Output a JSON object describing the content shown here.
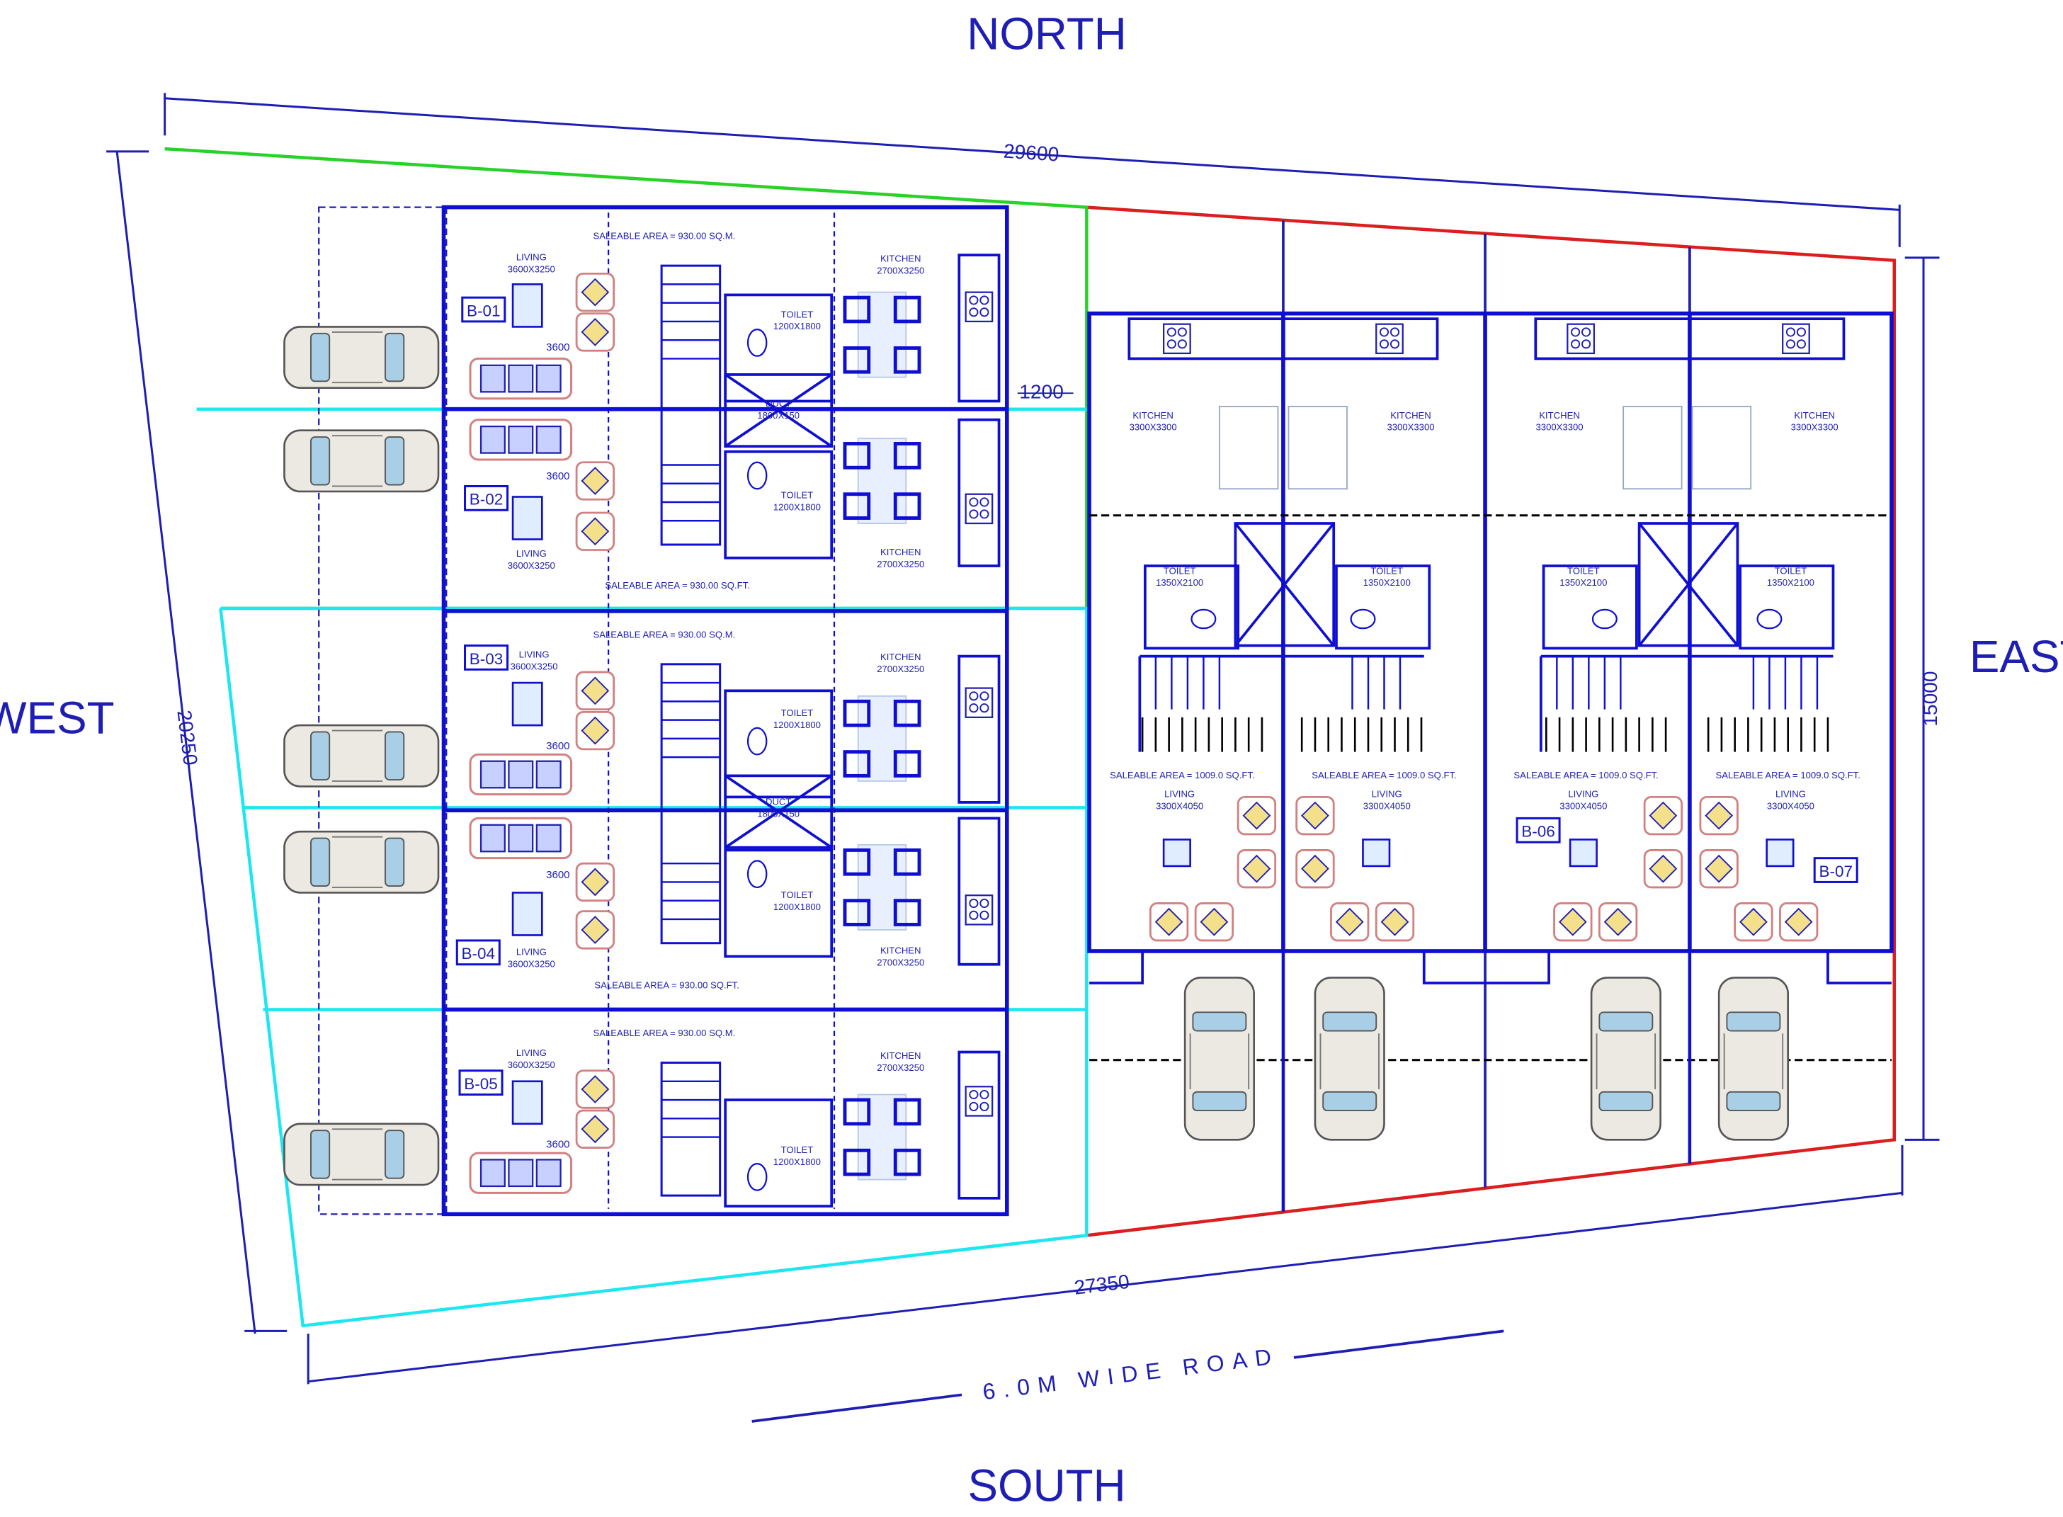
{
  "compass": {
    "north": "NORTH",
    "south": "SOUTH",
    "east": "EAST",
    "west": "WEST"
  },
  "dimensions": {
    "top": "29600",
    "bottom": "27350",
    "left": "20250",
    "right": "15000",
    "gap": "1200"
  },
  "road_label": "6.0M  WIDE  ROAD",
  "colors": {
    "wall": "#0f0fd2",
    "line": "#1e1eb4",
    "boundary_red": "#dc1e1e",
    "boundary_green": "#28d228",
    "boundary_cyan": "#1ee6f0",
    "text": "#1e1eb4"
  },
  "west_units": [
    {
      "id": "B-01",
      "saleable": "SALEABLE AREA = 930.00 SQ.M.",
      "living": "LIVING",
      "living_size": "3600X3250",
      "kitchen": "KITCHEN",
      "kitchen_size": "2700X3250",
      "toilet": "TOILET",
      "toilet_size": "1200X1800",
      "dim3600": "3600"
    },
    {
      "id": "B-02",
      "saleable": "SALEABLE AREA = 930.00 SQ.FT.",
      "living": "LIVING",
      "living_size": "3600X3250",
      "kitchen": "KITCHEN",
      "kitchen_size": "2700X3250",
      "toilet": "TOILET",
      "toilet_size": "1200X1800",
      "dim3600": "3600"
    },
    {
      "id": "B-03",
      "saleable": "SALEABLE AREA = 930.00 SQ.M.",
      "living": "LIVING",
      "living_size": "3600X3250",
      "kitchen": "KITCHEN",
      "kitchen_size": "2700X3250",
      "toilet": "TOILET",
      "toilet_size": "1200X1800",
      "dim3600": "3600"
    },
    {
      "id": "B-04",
      "saleable": "SALEABLE AREA = 930.00 SQ.FT.",
      "living": "LIVING",
      "living_size": "3600X3250",
      "kitchen": "KITCHEN",
      "kitchen_size": "2700X3250",
      "toilet": "TOILET",
      "toilet_size": "1200X1800",
      "dim3600": "3600"
    },
    {
      "id": "B-05",
      "saleable": "SALEABLE AREA = 930.00 SQ.M.",
      "living": "LIVING",
      "living_size": "3600X3250",
      "kitchen": "KITCHEN",
      "kitchen_size": "2700X3250",
      "toilet": "TOILET",
      "toilet_size": "1200X1800",
      "dim3600": "3600"
    }
  ],
  "duct": {
    "label": "DUCT",
    "size": "1800X150"
  },
  "east_units": [
    {
      "id": "",
      "saleable": "SALEABLE AREA = 1009.0 SQ.FT.",
      "living": "LIVING",
      "living_size": "3300X4050",
      "kitchen": "KITCHEN",
      "kitchen_size": "3300X3300",
      "toilet": "TOILET",
      "toilet_size": "1350X2100"
    },
    {
      "id": "",
      "saleable": "SALEABLE AREA = 1009.0 SQ.FT.",
      "living": "LIVING",
      "living_size": "3300X4050",
      "kitchen": "KITCHEN",
      "kitchen_size": "3300X3300",
      "toilet": "TOILET",
      "toilet_size": "1350X2100"
    },
    {
      "id": "B-06",
      "saleable": "SALEABLE AREA = 1009.0 SQ.FT.",
      "living": "LIVING",
      "living_size": "3300X4050",
      "kitchen": "KITCHEN",
      "kitchen_size": "3300X3300",
      "toilet": "TOILET",
      "toilet_size": "1350X2100"
    },
    {
      "id": "B-07",
      "saleable": "SALEABLE AREA = 1009.0 SQ.FT.",
      "living": "LIVING",
      "living_size": "3300X4050",
      "kitchen": "KITCHEN",
      "kitchen_size": "3300X3300",
      "toilet": "TOILET",
      "toilet_size": "1350X2100"
    }
  ]
}
